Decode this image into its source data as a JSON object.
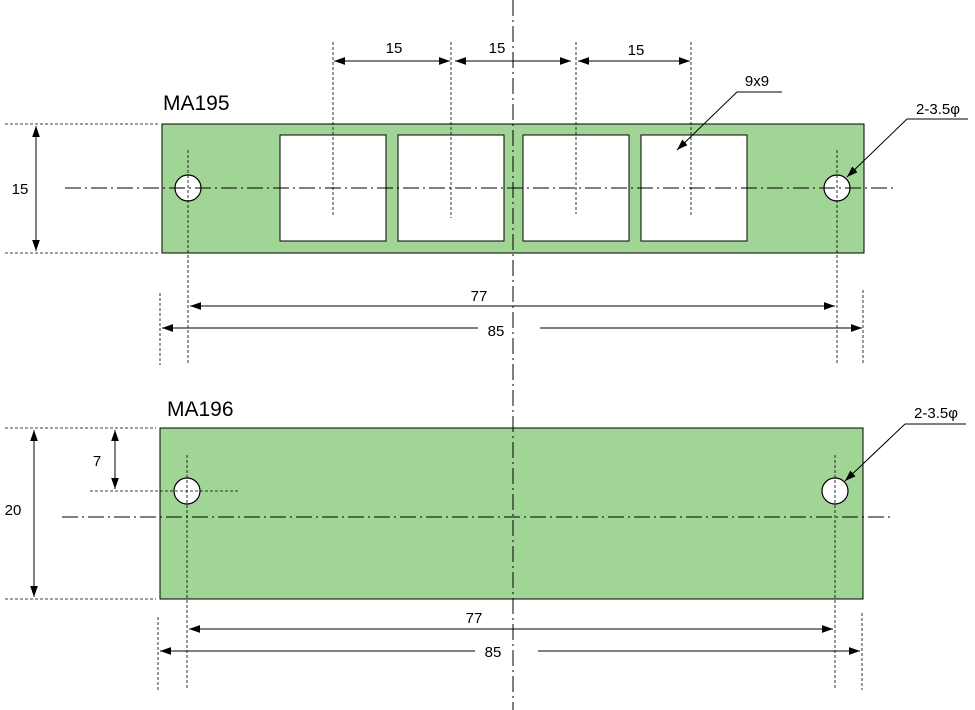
{
  "plate_color": "#a0d595",
  "parts": [
    {
      "name": "MA195",
      "height_label": "15",
      "pitch_labels": [
        "15",
        "15",
        "15"
      ],
      "window_label": "9x9",
      "hole_label": "2-3.5φ",
      "hole_pitch_label": "77",
      "overall_length_label": "85"
    },
    {
      "name": "MA196",
      "height_label": "20",
      "hole_offset_label": "7",
      "hole_label": "2-3.5φ",
      "hole_pitch_label": "77",
      "overall_length_label": "85"
    }
  ]
}
